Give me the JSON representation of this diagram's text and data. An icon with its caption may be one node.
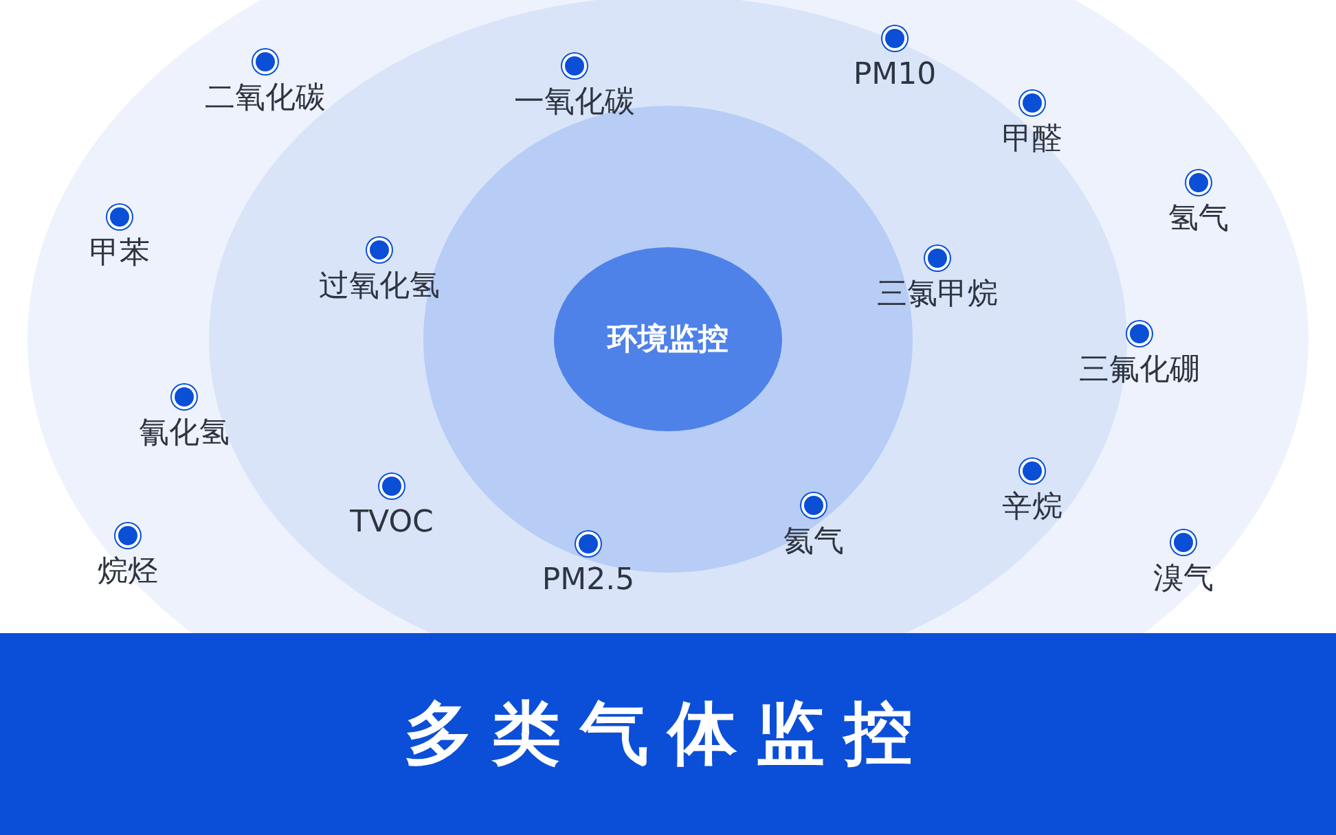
{
  "diagram": {
    "title": "多类气体监控",
    "nodes": [
      {
        "text": [
          "环境监控"
        ]
      }
    ],
    "labels": [
      "PM10",
      "二氧化碳",
      "一氧化碳",
      "甲醛",
      "氢气",
      "甲苯",
      "过氧化氢",
      "三氯甲烷",
      "三氟化硼",
      "氰化氢",
      "辛烷",
      "TVOC",
      "氦气",
      "烷烃",
      "PM2.5",
      "溴气"
    ]
  }
}
